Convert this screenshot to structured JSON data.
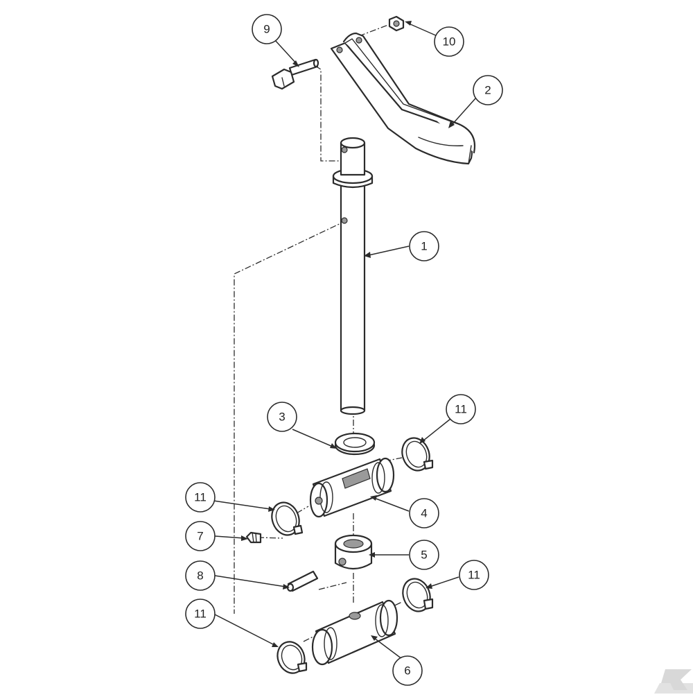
{
  "colors": {
    "line": "#2b2b2b",
    "background": "#ffffff",
    "watermark": "#d8d8d8"
  },
  "watermark": {
    "letter": "K"
  },
  "callouts": [
    {
      "id": "c9",
      "number": "9"
    },
    {
      "id": "c10",
      "number": "10"
    },
    {
      "id": "c2",
      "number": "2"
    },
    {
      "id": "c1",
      "number": "1"
    },
    {
      "id": "c3",
      "number": "3"
    },
    {
      "id": "c11a",
      "number": "11"
    },
    {
      "id": "c11b",
      "number": "11"
    },
    {
      "id": "c4",
      "number": "4"
    },
    {
      "id": "c7",
      "number": "7"
    },
    {
      "id": "c5",
      "number": "5"
    },
    {
      "id": "c8",
      "number": "8"
    },
    {
      "id": "c11c",
      "number": "11"
    },
    {
      "id": "c11d",
      "number": "11"
    },
    {
      "id": "c6",
      "number": "6"
    }
  ]
}
